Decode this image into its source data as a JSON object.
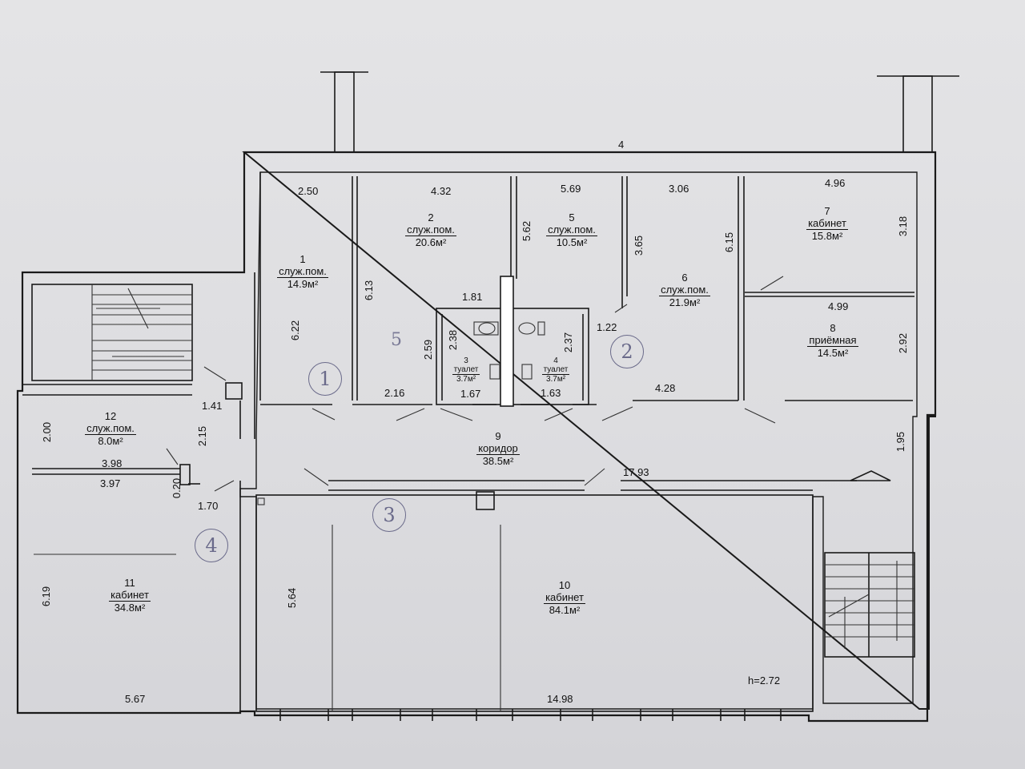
{
  "rooms": [
    {
      "num": "1",
      "name": "служ.пом.",
      "area": "14.9м²"
    },
    {
      "num": "2",
      "name": "служ.пом.",
      "area": "20.6м²"
    },
    {
      "num": "3",
      "name": "туалет",
      "area": "3.7м²"
    },
    {
      "num": "4",
      "name": "туалет",
      "area": "3.7м²"
    },
    {
      "num": "5",
      "name": "служ.пом.",
      "area": "10.5м²"
    },
    {
      "num": "6",
      "name": "служ.пом.",
      "area": "21.9м²"
    },
    {
      "num": "7",
      "name": "кабинет",
      "area": "15.8м²"
    },
    {
      "num": "8",
      "name": "приёмная",
      "area": "14.5м²"
    },
    {
      "num": "9",
      "name": "коридор",
      "area": "38.5м²"
    },
    {
      "num": "10",
      "name": "кабинет",
      "area": "84.1м²"
    },
    {
      "num": "11",
      "name": "кабинет",
      "area": "34.8м²"
    },
    {
      "num": "12",
      "name": "служ.пом.",
      "area": "8.0м²"
    }
  ],
  "dimensions": {
    "r1_w": "2.50",
    "r1_h": "6.22",
    "r2_w": "4.32",
    "r2_h": "6.13",
    "r2_b": "2.16",
    "r5_w": "5.69",
    "r5_h": "5.62",
    "r6_w": "3.06",
    "r6_h": "3.65",
    "r6_side": "6.15",
    "r6_door": "1.22",
    "r6_b": "4.28",
    "r7_w": "4.96",
    "r7_h": "3.18",
    "r8_w": "4.99",
    "r8_h": "2.92",
    "wc_top": "1.81",
    "wc3_h": "2.38",
    "wc_side": "2.59",
    "wc4_h": "2.37",
    "wc3_b": "1.67",
    "wc4_b": "1.63",
    "corr_len": "17.93",
    "corr_side": "1.95",
    "r12_h": "2.00",
    "r12_w": "3.98",
    "r12_w2": "3.97",
    "r12_side": "2.15",
    "stair_w": "1.41",
    "door_w": "1.70",
    "gap": "0.20",
    "r11_h": "6.19",
    "r11_w": "5.67",
    "r10_h": "5.64",
    "r10_w": "14.98",
    "height": "h=2.72"
  },
  "markers": {
    "m1": "1",
    "m2": "2",
    "m3": "3",
    "m4": "4",
    "pencil": "5",
    "top_mark": "4"
  }
}
